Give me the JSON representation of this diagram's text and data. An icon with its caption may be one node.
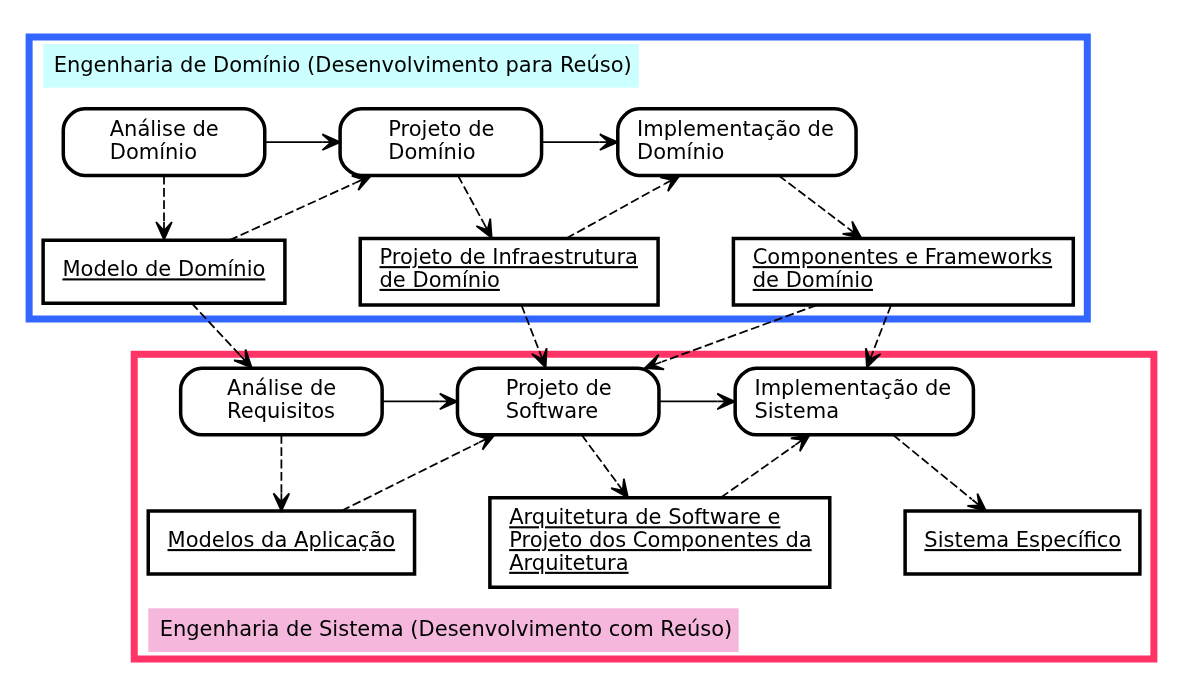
{
  "diagram": {
    "nodes": [
      {
        "text": [
          "Engenharia de Domínio (Desenvolvimento para Reúso)"
        ]
      },
      {
        "text": [
          "Análise de Domínio"
        ],
        "in": 0
      },
      {
        "text": [
          "Projeto de Domínio"
        ],
        "in": 0
      },
      {
        "text": [
          "Implementação de Domínio"
        ],
        "in": 0
      },
      {
        "text": [
          "Modelo de Domínio"
        ],
        "in": 0
      },
      {
        "text": [
          "Projeto de Infraestrutura de Domínio"
        ],
        "in": 0
      },
      {
        "text": [
          "Componentes e Frameworks de Domínio"
        ],
        "in": 0
      },
      {
        "text": [
          "Engenharia de Sistema (Desenvolvimento com Reúso)"
        ]
      },
      {
        "text": [
          "Análise de Requisitos"
        ],
        "in": 7
      },
      {
        "text": [
          "Projeto de Software"
        ],
        "in": 7
      },
      {
        "text": [
          "Implementação de Sistema"
        ],
        "in": 7
      },
      {
        "text": [
          "Modelos da Aplicação"
        ],
        "in": 7
      },
      {
        "text": [
          "Arquitetura de Software e Projeto dos Componentes da Arquitetura"
        ],
        "in": 7
      },
      {
        "text": [
          "Sistema Específico"
        ],
        "in": 7
      }
    ],
    "edges": [
      {
        "from": 1,
        "to": 2,
        "arrow": "to"
      },
      {
        "from": 2,
        "to": 3,
        "arrow": "to"
      },
      {
        "from": 1,
        "to": 4,
        "arrow": "to",
        "style": "dashed"
      },
      {
        "from": 4,
        "to": 2,
        "arrow": "to",
        "style": "dashed"
      },
      {
        "from": 2,
        "to": 5,
        "arrow": "to",
        "style": "dashed"
      },
      {
        "from": 5,
        "to": 3,
        "arrow": "to",
        "style": "dashed"
      },
      {
        "from": 3,
        "to": 6,
        "arrow": "to",
        "style": "dashed"
      },
      {
        "from": 4,
        "to": 8,
        "arrow": "to",
        "style": "dashed"
      },
      {
        "from": 5,
        "to": 9,
        "arrow": "to",
        "style": "dashed"
      },
      {
        "from": 6,
        "to": 9,
        "arrow": "to",
        "style": "dashed"
      },
      {
        "from": 6,
        "to": 10,
        "arrow": "to",
        "style": "dashed"
      },
      {
        "from": 8,
        "to": 9,
        "arrow": "to"
      },
      {
        "from": 9,
        "to": 10,
        "arrow": "to"
      },
      {
        "from": 8,
        "to": 11,
        "arrow": "to",
        "style": "dashed"
      },
      {
        "from": 11,
        "to": 9,
        "arrow": "to",
        "style": "dashed"
      },
      {
        "from": 9,
        "to": 12,
        "arrow": "to",
        "style": "dashed"
      },
      {
        "from": 12,
        "to": 10,
        "arrow": "to",
        "style": "dashed"
      },
      {
        "from": 10,
        "to": 13,
        "arrow": "to",
        "style": "dashed"
      }
    ]
  }
}
